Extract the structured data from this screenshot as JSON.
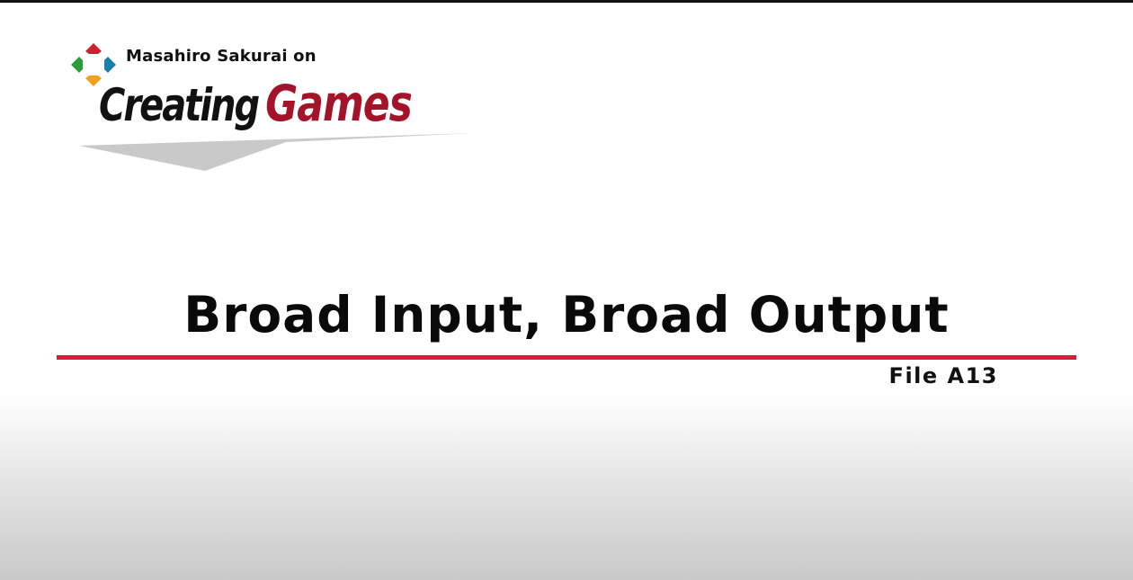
{
  "logo": {
    "subtitle": "Masahiro Sakurai on",
    "title_word1": "Creating",
    "title_word2": "Games"
  },
  "episode": {
    "title": "Broad Input, Broad Output",
    "file_label": "File A13"
  },
  "colors": {
    "accent_red": "#e0183c",
    "logo_red": "#a3142a",
    "emblem_top": "#d3202f",
    "emblem_left": "#2a9d3a",
    "emblem_right": "#1f7ea8",
    "emblem_bottom": "#f0a21c"
  },
  "icons": {
    "emblem": "four-color-diamond-emblem-icon"
  }
}
